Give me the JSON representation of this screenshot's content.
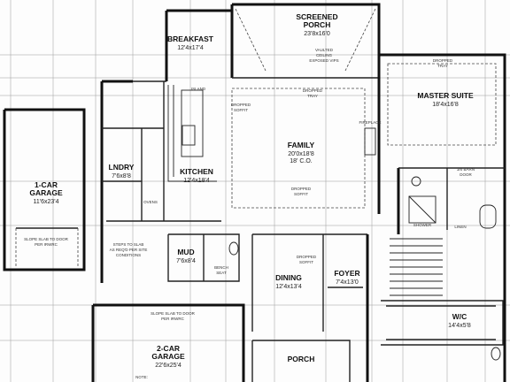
{
  "rooms": {
    "screened_porch": {
      "name": "SCREENED",
      "name2": "PORCH",
      "dim": "23'8x16'0"
    },
    "breakfast": {
      "name": "BREAKFAST",
      "dim": "12'4x17'4"
    },
    "family": {
      "name": "FAMILY",
      "dim": "20'0x18'8",
      "dim2": "18' C.O."
    },
    "master": {
      "name": "MASTER SUITE",
      "dim": "18'4x16'8"
    },
    "laundry": {
      "name": "LNDRY",
      "dim": "7'6x8'8"
    },
    "kitchen": {
      "name": "KITCHEN",
      "dim": "12'4x18'4"
    },
    "garage1": {
      "name": "1-CAR",
      "name2": "GARAGE",
      "dim": "11'6x23'4"
    },
    "mud": {
      "name": "MUD",
      "dim": "7'6x8'4"
    },
    "dining": {
      "name": "DINING",
      "dim": "12'4x13'4"
    },
    "foyer": {
      "name": "FOYER",
      "dim": "7'4x13'0"
    },
    "wic": {
      "name": "W/C",
      "dim": "14'4x5'8"
    },
    "garage2": {
      "name": "2-CAR",
      "name2": "GARAGE",
      "dim": "22'6x25'4"
    },
    "porch": {
      "name": "PORCH"
    }
  },
  "notes": {
    "vaulted": "VAULTED",
    "vaulted2": "CEILING",
    "vaulted3": "EXPOSED VIPS",
    "dropped_family": "DROPPED",
    "dropped_family2": "TRAY",
    "dropped_master": "DROPPED",
    "dropped_master2": "TRAY",
    "dropped_soffit_k": "DROPPED",
    "dropped_soffit_k2": "SOFFIT",
    "dropped_soffit_f": "DROPPED",
    "dropped_soffit_f2": "SOFFIT",
    "dropped_soffit_d": "DROPPED",
    "dropped_soffit_d2": "SOFFIT",
    "island": "ISLAND",
    "ovens": "OVENS",
    "slope1": "SLOPE SLAB TO DOOR",
    "slope1b": "PER IRWRC",
    "slope2": "SLOPE SLAB TO DOOR",
    "slope2b": "PER IRWRC",
    "steps": "STEPS TO SLAB",
    "steps2": "AS REQ'D PER SITE",
    "steps3": "CONDITIONS",
    "bench": "BENCH",
    "bench2": "SEAT",
    "fireplace": "FIREPLACE",
    "shower": "SHOWER",
    "barn_door": "3/0 BARN",
    "barn_door2": "DOOR",
    "linen": "LINEN",
    "note_label": "NOTE:"
  }
}
